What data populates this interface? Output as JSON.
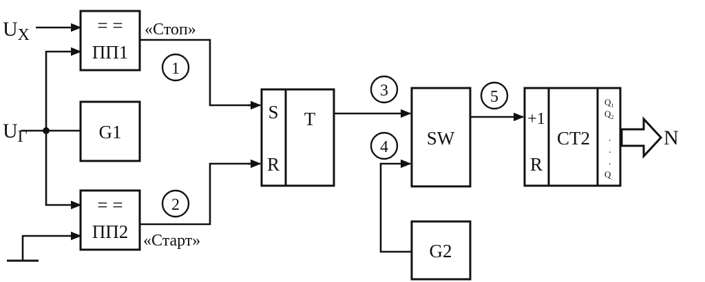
{
  "inputs": {
    "ux": "U",
    "ux_sub": "X",
    "ug": "U",
    "ug_sub": "Г"
  },
  "blocks": {
    "pp1": {
      "symbol": "= =",
      "label": "ПП1"
    },
    "pp2": {
      "symbol": "= =",
      "label": "ПП2"
    },
    "g1": "G1",
    "g2": "G2",
    "trigger": {
      "s": "S",
      "r": "R",
      "label": "T"
    },
    "switch": "SW",
    "counter": {
      "plus": "+1",
      "r": "R",
      "label": "CT2",
      "q1": "Q",
      "q1_sub": "1",
      "q2": "Q",
      "q2_sub": "2",
      "dot": ".",
      "qn": "Q",
      "qn_sub": "."
    }
  },
  "signals": {
    "stop": "«Стоп»",
    "start": "«Старт»"
  },
  "markers": [
    "1",
    "2",
    "3",
    "4",
    "5"
  ],
  "output": "N"
}
